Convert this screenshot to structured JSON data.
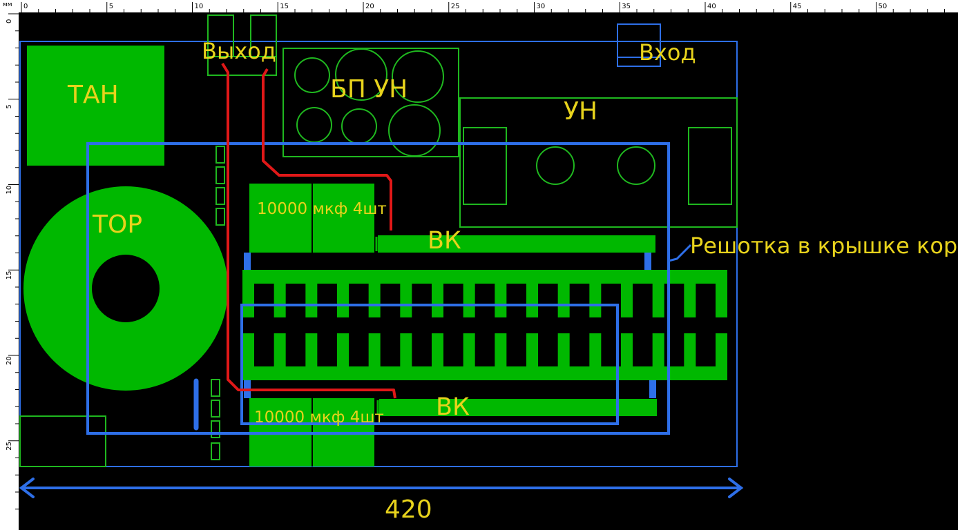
{
  "ruler": {
    "unit": "мм",
    "top_ticks": [
      "0",
      "5",
      "10",
      "15",
      "20",
      "25",
      "30",
      "35",
      "40",
      "45",
      "50"
    ],
    "left_ticks": [
      "0",
      "5",
      "10",
      "15",
      "20",
      "25"
    ]
  },
  "labels": {
    "tan": "ТАН",
    "tor": "ТОР",
    "out": "Выход",
    "in": "Вход",
    "bp_un": "БП УН",
    "un": "УН",
    "cap_top": "10000 мкф 4шт",
    "cap_bottom": "10000 мкф 4шт",
    "vk_top": "ВК",
    "vk_bottom": "ВК",
    "grille": "Решотка в крышке корпуса",
    "width": "420"
  },
  "colors": {
    "green_fill": "#00b800",
    "green_line": "#1fb81f",
    "blue": "#2e6fe8",
    "red": "#e01818",
    "label_yellow": "#e8d31c"
  }
}
